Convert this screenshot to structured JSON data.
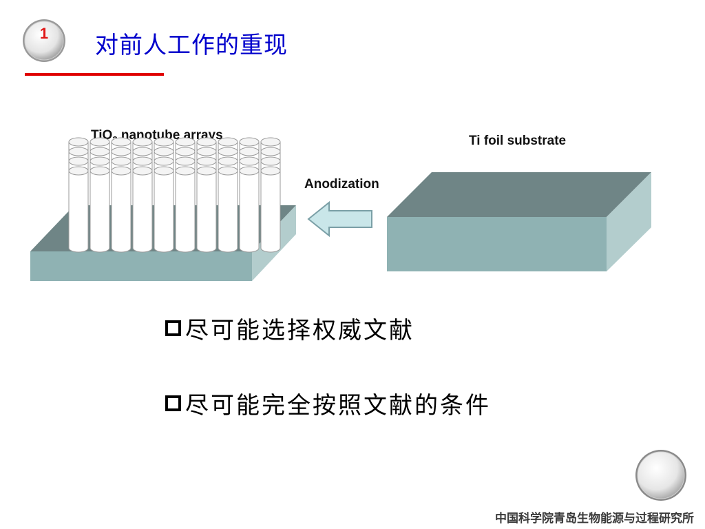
{
  "slide": {
    "number": "1",
    "title": "对前人工作的重现"
  },
  "figure": {
    "left_label_main": "TiO",
    "left_label_sub": "2",
    "left_label_rest": " nanotube arrays",
    "right_label": "Ti foil substrate",
    "arrow_label": "Anodization"
  },
  "bullets": [
    {
      "text": "尽可能选择权威文献"
    },
    {
      "text": "尽可能完全按照文献的条件"
    }
  ],
  "footer": {
    "institution": "中国科学院青岛生物能源与过程研究所"
  },
  "colors": {
    "title": "#0000cc",
    "accent": "#e00000",
    "slab_top": "#6f8586",
    "slab_front": "#8fb2b3",
    "slab_side": "#b3cdcd"
  }
}
